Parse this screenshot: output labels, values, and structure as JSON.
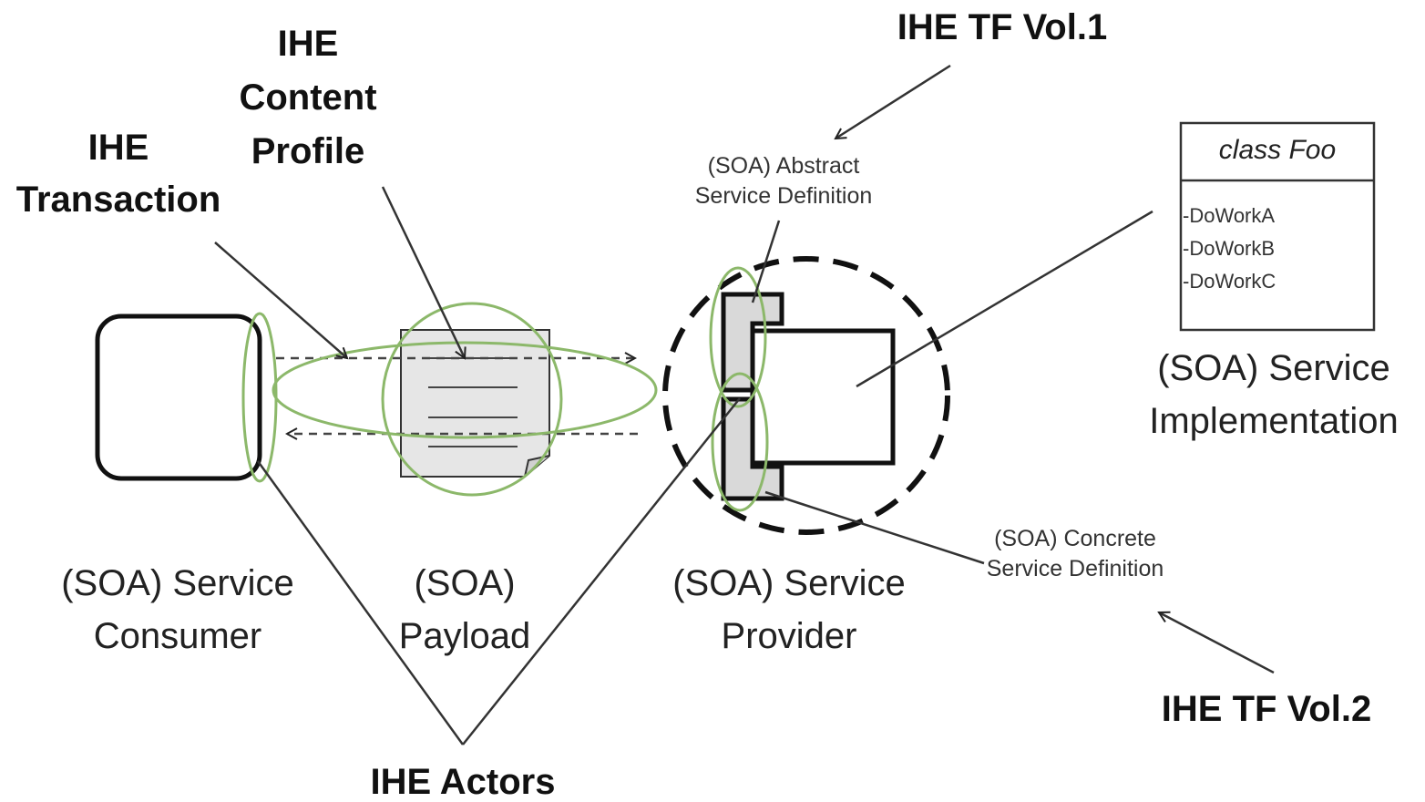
{
  "labels": {
    "ihe_transaction": [
      "IHE",
      "Transaction"
    ],
    "ihe_content_profile": [
      "IHE",
      "Content",
      "Profile"
    ],
    "ihe_tf_vol1": "IHE TF Vol.1",
    "ihe_tf_vol2": "IHE TF Vol.2",
    "ihe_actors": "IHE Actors",
    "abstract_service_definition": [
      "(SOA) Abstract",
      "Service Definition"
    ],
    "concrete_service_definition": [
      "(SOA) Concrete",
      "Service Definition"
    ],
    "service_consumer": [
      "(SOA) Service",
      "Consumer"
    ],
    "payload": [
      "(SOA)",
      "Payload"
    ],
    "service_provider": [
      "(SOA) Service",
      "Provider"
    ],
    "service_implementation": [
      "(SOA) Service",
      "Implementation"
    ]
  },
  "class_box": {
    "title": "class Foo",
    "methods": [
      "-DoWorkA",
      "-DoWorkB",
      "-DoWorkC"
    ]
  },
  "colors": {
    "highlight_ellipse": "#8cb86a",
    "stroke": "#111111",
    "payload_fill": "#e6e6e6",
    "connector_fill": "#d9d9d9"
  }
}
